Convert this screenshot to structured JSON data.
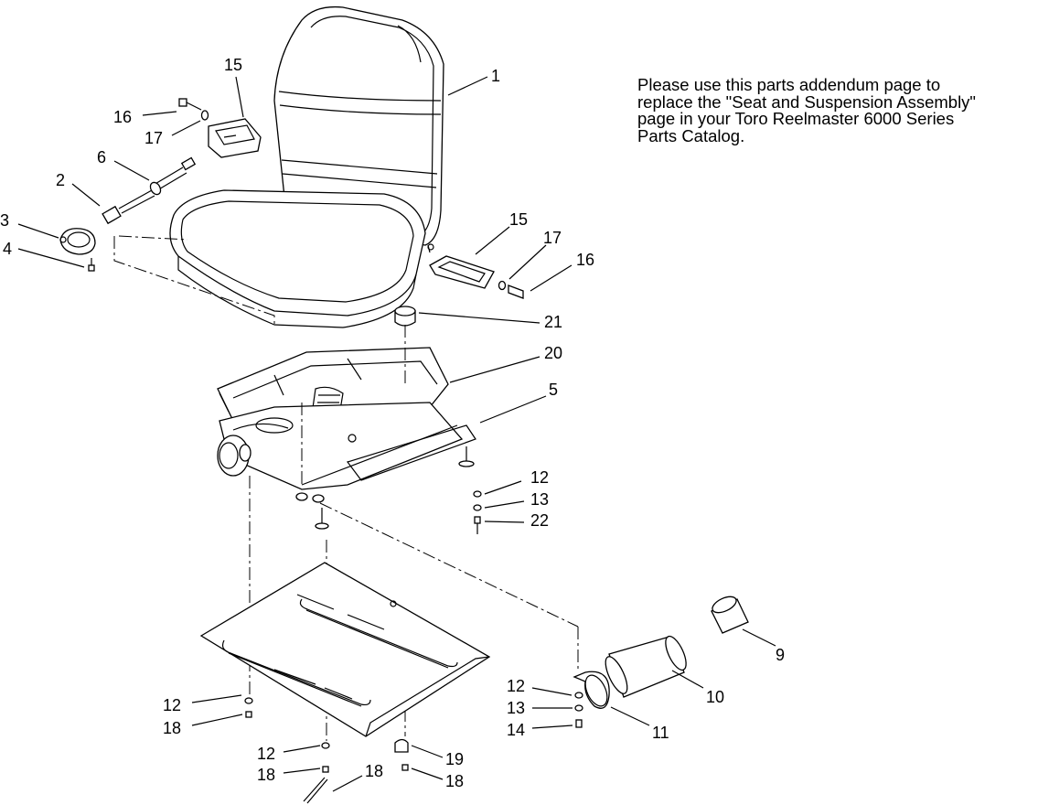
{
  "note": {
    "lines": [
      "Please use this parts addendum page to",
      "replace the \"Seat and Suspension Assembly\"",
      "page in your Toro Reelmaster 6000 Series",
      "Parts Catalog."
    ]
  },
  "callouts": [
    {
      "name": "callout-1",
      "text": "1"
    },
    {
      "name": "callout-15-left",
      "text": "15"
    },
    {
      "name": "callout-16-left",
      "text": "16"
    },
    {
      "name": "callout-17-left",
      "text": "17"
    },
    {
      "name": "callout-6",
      "text": "6"
    },
    {
      "name": "callout-2",
      "text": "2"
    },
    {
      "name": "callout-3",
      "text": "3"
    },
    {
      "name": "callout-4",
      "text": "4"
    },
    {
      "name": "callout-15-right",
      "text": "15"
    },
    {
      "name": "callout-17-right",
      "text": "17"
    },
    {
      "name": "callout-16-right",
      "text": "16"
    },
    {
      "name": "callout-21",
      "text": "21"
    },
    {
      "name": "callout-20",
      "text": "20"
    },
    {
      "name": "callout-5",
      "text": "5"
    },
    {
      "name": "callout-12-a",
      "text": "12"
    },
    {
      "name": "callout-13-a",
      "text": "13"
    },
    {
      "name": "callout-22",
      "text": "22"
    },
    {
      "name": "callout-9",
      "text": "9"
    },
    {
      "name": "callout-10",
      "text": "10"
    },
    {
      "name": "callout-11",
      "text": "11"
    },
    {
      "name": "callout-12-b",
      "text": "12"
    },
    {
      "name": "callout-13-b",
      "text": "13"
    },
    {
      "name": "callout-14",
      "text": "14"
    },
    {
      "name": "callout-12-c",
      "text": "12"
    },
    {
      "name": "callout-18-a",
      "text": "18"
    },
    {
      "name": "callout-12-d",
      "text": "12"
    },
    {
      "name": "callout-18-b",
      "text": "18"
    },
    {
      "name": "callout-18-c",
      "text": "18"
    },
    {
      "name": "callout-19",
      "text": "19"
    },
    {
      "name": "callout-18-d",
      "text": "18"
    }
  ]
}
